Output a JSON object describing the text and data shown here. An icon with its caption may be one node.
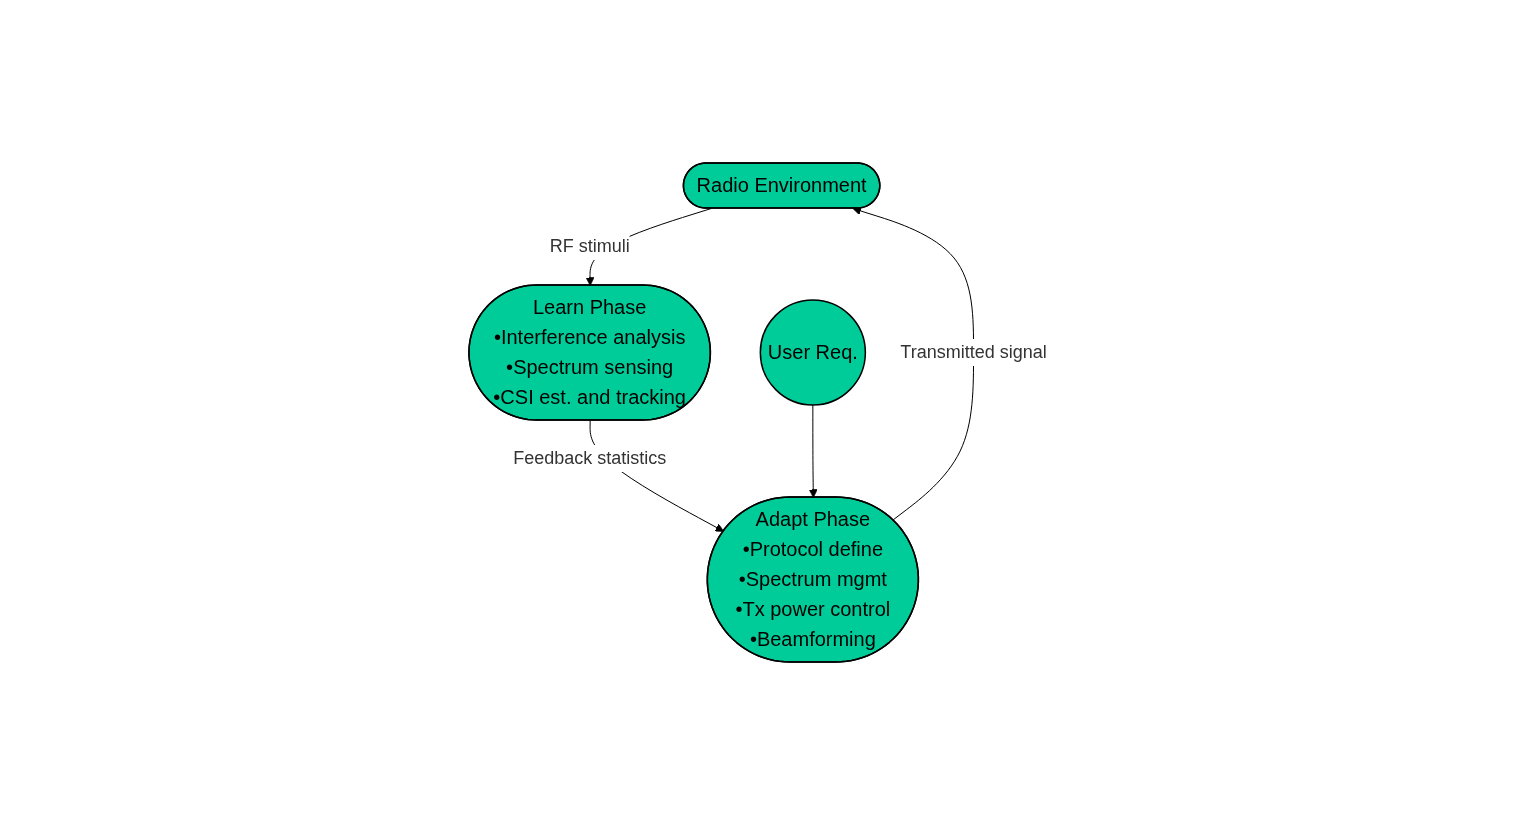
{
  "diagram": {
    "nodes": [
      {
        "text": [
          "Radio Environment"
        ]
      },
      {
        "text": [
          "User Req."
        ]
      },
      {
        "text": [
          "Adapt Phase",
          "•Protocol define",
          "•Spectrum mgmt",
          "•Tx power control",
          "•Beamforming"
        ]
      },
      {
        "text": [
          "Learn Phase",
          "•Interference analysis",
          "•Spectrum sensing",
          "•CSI est. and tracking"
        ]
      }
    ],
    "edges": [
      {
        "from": 2,
        "to": 0,
        "arrow": "to",
        "label": "Transmitted signal"
      },
      {
        "from": 0,
        "to": 3,
        "arrow": "to",
        "label": "RF stimuli"
      },
      {
        "from": 3,
        "to": 2,
        "arrow": "to",
        "label": "Feedback statistics"
      },
      {
        "from": 1,
        "to": 2,
        "arrow": "to"
      }
    ]
  }
}
